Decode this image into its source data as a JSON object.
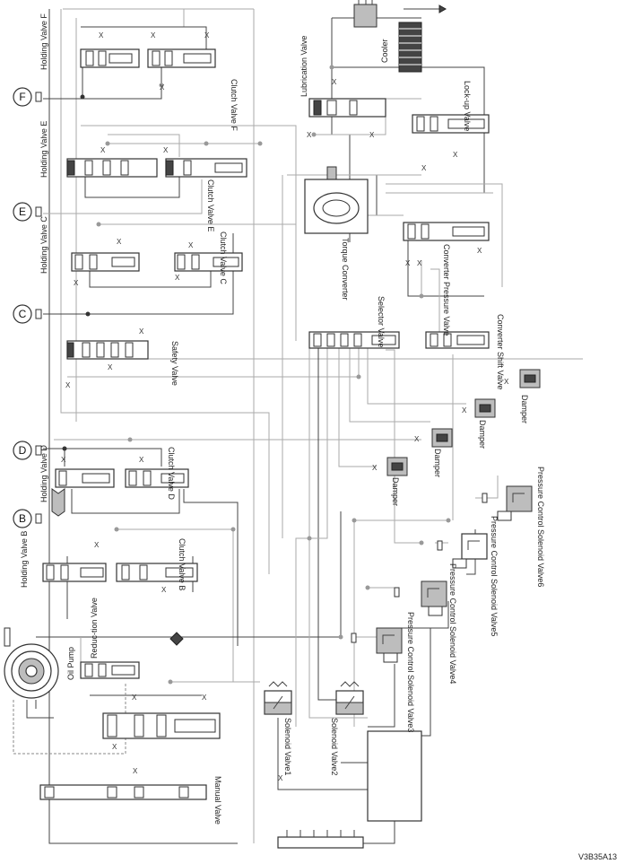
{
  "valves": {
    "holding_f": "Holding Valve F",
    "clutch_f": "Clutch Valve F",
    "holding_e": "Holding Valve E",
    "clutch_e": "Clutch Valve E",
    "holding_c": "Holding Valve C",
    "clutch_c": "Clutch Valve C",
    "safety": "Safety Valve",
    "holding_d": "Holding Valve D",
    "clutch_d": "Clutch Valve D",
    "holding_b": "Holding Valve B",
    "clutch_b": "Clutch Valve B",
    "oil_pump": "Oil Pump",
    "reduction": "Reduc-tion Valve",
    "manual": "Manual Valve",
    "lubrication": "Lubrication Valve",
    "lockup": "Lock-up Valve",
    "cooler": "Cooler",
    "torque_converter": "Torque Converter",
    "converter_pressure": "Converter Pressure Valve",
    "selector": "Selector Valve",
    "converter_shift": "Converter Shift Valve"
  },
  "dampers": [
    "Damper",
    "Damper",
    "Damper",
    "Damper"
  ],
  "solenoids": {
    "sv1": "Solenoid Valve1",
    "sv2": "Solenoid Valve2",
    "pcsv3": "Pressure Control Solenoid Valve3",
    "pcsv4": "Pressure Control Solenoid Valve4",
    "pcsv5": "Pressure Control Solenoid Valve5",
    "pcsv6": "Pressure Control Solenoid Valve6"
  },
  "circuits": [
    "F",
    "E",
    "C",
    "D",
    "B"
  ],
  "figure_code": "V3B35A13",
  "x_mark": "X"
}
